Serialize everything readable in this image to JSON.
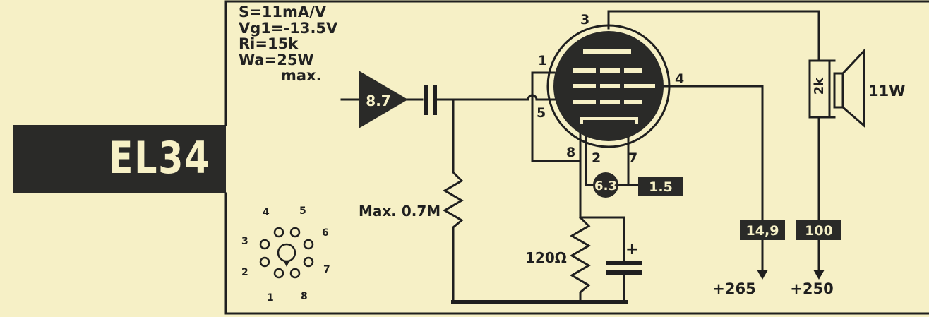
{
  "tube": {
    "name": "EL34"
  },
  "specs": [
    {
      "label": "S",
      "value": "11mA/V"
    },
    {
      "label": "Vg1",
      "value": "-13.5V"
    },
    {
      "label": "Ri",
      "value": "15k"
    },
    {
      "label": "Wa",
      "value": "25W"
    }
  ],
  "specs_suffix": "max.",
  "input_stage": {
    "value": "8.7"
  },
  "grid_resistor": {
    "label": "Max. 0.7M"
  },
  "cathode_resistor": {
    "label": "120Ω"
  },
  "cathode_cap": {
    "polarity": "+"
  },
  "heater": {
    "voltage": "6.3",
    "current": "1.5"
  },
  "pins": {
    "anode": "3",
    "g2_a": "1",
    "g2_b": "4",
    "g1": "5",
    "cathode": "8",
    "heater_a": "2",
    "heater_b": "7"
  },
  "screen_supply": {
    "current": "14,9",
    "voltage": "+265"
  },
  "plate_supply": {
    "current": "100",
    "voltage": "+250"
  },
  "load": {
    "resistor": "2k",
    "speaker_power": "11W"
  },
  "socket": {
    "pin_labels": [
      "1",
      "2",
      "3",
      "4",
      "5",
      "6",
      "7",
      "8"
    ]
  },
  "colors": {
    "paper": "#f6f0c6",
    "ink": "#1f1f1f",
    "tube_fill": "#2a2a28"
  }
}
